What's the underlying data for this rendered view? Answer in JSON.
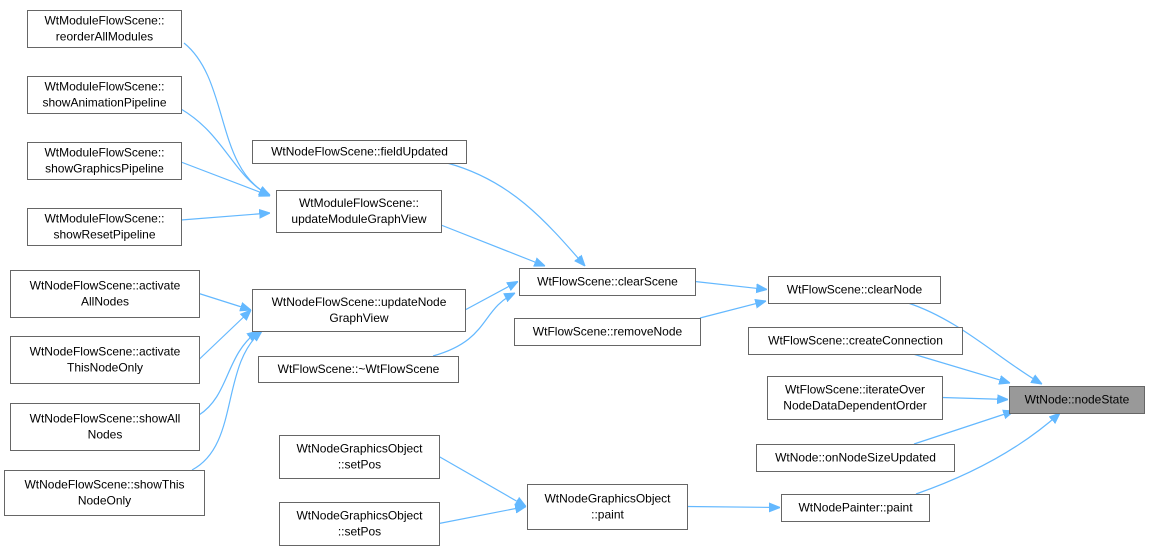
{
  "nodes": {
    "reorder_all_modules": [
      "WtModuleFlowScene::",
      "reorderAllModules"
    ],
    "show_animation_pipeline": [
      "WtModuleFlowScene::",
      "showAnimationPipeline"
    ],
    "show_graphics_pipeline": [
      "WtModuleFlowScene::",
      "showGraphicsPipeline"
    ],
    "show_reset_pipeline": [
      "WtModuleFlowScene::",
      "showResetPipeline"
    ],
    "activate_all_nodes": [
      "WtNodeFlowScene::activate",
      "AllNodes"
    ],
    "activate_this_node_only": [
      "WtNodeFlowScene::activate",
      "ThisNodeOnly"
    ],
    "show_all_nodes": [
      "WtNodeFlowScene::showAll",
      "Nodes"
    ],
    "show_this_node_only": [
      "WtNodeFlowScene::showThis",
      "NodeOnly"
    ],
    "field_updated": [
      "WtNodeFlowScene::fieldUpdated"
    ],
    "update_module_graph_view": [
      "WtModuleFlowScene::",
      "updateModuleGraphView"
    ],
    "update_node_graph_view": [
      "WtNodeFlowScene::updateNode",
      "GraphView"
    ],
    "destructor": [
      "WtFlowScene::~WtFlowScene"
    ],
    "clear_scene": [
      "WtFlowScene::clearScene"
    ],
    "remove_node": [
      "WtFlowScene::removeNode"
    ],
    "set_pos_1": [
      "WtNodeGraphicsObject",
      "::setPos"
    ],
    "set_pos_2": [
      "WtNodeGraphicsObject",
      "::setPos"
    ],
    "graphics_paint": [
      "WtNodeGraphicsObject",
      "::paint"
    ],
    "clear_node": [
      "WtFlowScene::clearNode"
    ],
    "create_connection": [
      "WtFlowScene::createConnection"
    ],
    "iterate_over": [
      "WtFlowScene::iterateOver",
      "NodeDataDependentOrder"
    ],
    "on_node_size_updated": [
      "WtNode::onNodeSizeUpdated"
    ],
    "painter_paint": [
      "WtNodePainter::paint"
    ],
    "node_state": [
      "WtNode::nodeState"
    ]
  },
  "edges": [
    [
      "reorder_all_modules",
      "update_module_graph_view"
    ],
    [
      "show_animation_pipeline",
      "update_module_graph_view"
    ],
    [
      "show_graphics_pipeline",
      "update_module_graph_view"
    ],
    [
      "show_reset_pipeline",
      "update_module_graph_view"
    ],
    [
      "activate_all_nodes",
      "update_node_graph_view"
    ],
    [
      "activate_this_node_only",
      "update_node_graph_view"
    ],
    [
      "show_all_nodes",
      "update_node_graph_view"
    ],
    [
      "show_this_node_only",
      "update_node_graph_view"
    ],
    [
      "field_updated",
      "clear_scene"
    ],
    [
      "update_module_graph_view",
      "clear_scene"
    ],
    [
      "update_node_graph_view",
      "clear_scene"
    ],
    [
      "destructor",
      "clear_scene"
    ],
    [
      "clear_scene",
      "clear_node"
    ],
    [
      "remove_node",
      "clear_node"
    ],
    [
      "set_pos_1",
      "graphics_paint"
    ],
    [
      "set_pos_2",
      "graphics_paint"
    ],
    [
      "graphics_paint",
      "painter_paint"
    ],
    [
      "clear_node",
      "node_state"
    ],
    [
      "create_connection",
      "node_state"
    ],
    [
      "iterate_over",
      "node_state"
    ],
    [
      "on_node_size_updated",
      "node_state"
    ],
    [
      "painter_paint",
      "node_state"
    ]
  ],
  "selected_node": "node_state",
  "colors": {
    "edge": "#63b8ff",
    "node_border": "#666666",
    "node_fill": "#ffffff",
    "selected_fill": "#999999"
  }
}
